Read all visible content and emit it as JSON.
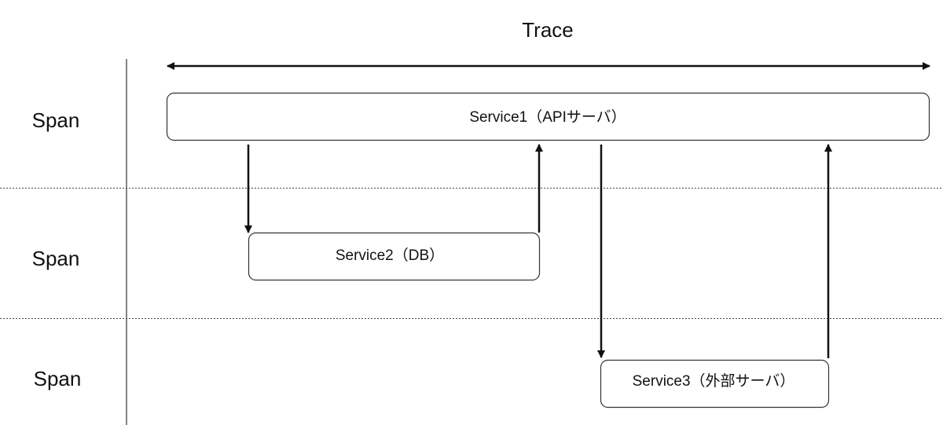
{
  "trace": {
    "label": "Trace"
  },
  "rows": [
    {
      "label": "Span"
    },
    {
      "label": "Span"
    },
    {
      "label": "Span"
    }
  ],
  "services": [
    {
      "label": "Service1（APIサーバ）"
    },
    {
      "label": "Service2（DB）"
    },
    {
      "label": "Service3（外部サーバ）"
    }
  ]
}
